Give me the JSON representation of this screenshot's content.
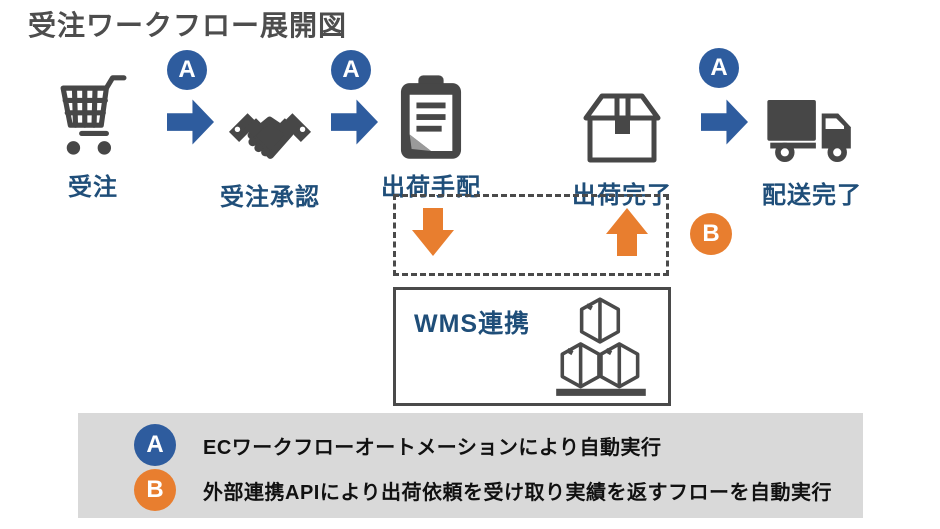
{
  "title": "受注ワークフロー展開図",
  "colors": {
    "flow_blue": "#2e5c9e",
    "label_navy": "#1f4e79",
    "accent_orange": "#e87e2f",
    "icon_gray": "#474747",
    "legend_bg": "#d9d9d9",
    "title_gray": "#4d4d4d"
  },
  "badges": {
    "a": "A",
    "b": "B"
  },
  "steps": [
    {
      "label": "受注",
      "icon": "shopping-cart-icon"
    },
    {
      "label": "受注承認",
      "icon": "handshake-icon"
    },
    {
      "label": "出荷手配",
      "icon": "clipboard-icon"
    },
    {
      "label": "出荷完了",
      "icon": "package-box-icon"
    },
    {
      "label": "配送完了",
      "icon": "delivery-truck-icon"
    }
  ],
  "wms": {
    "label": "WMS連携",
    "icon": "warehouse-boxes-icon"
  },
  "legend": {
    "items": [
      {
        "badge": "A",
        "text": "ECワークフローオートメーションにより自動実行"
      },
      {
        "badge": "B",
        "text": "外部連携APIにより出荷依頼を受け取り実績を返すフローを自動実行"
      }
    ]
  }
}
